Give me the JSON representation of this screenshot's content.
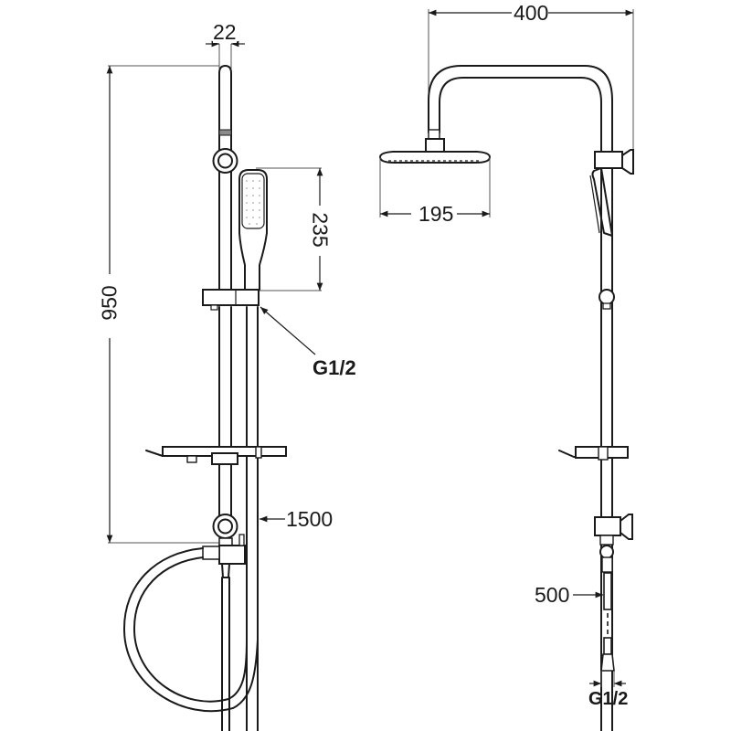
{
  "drawing": {
    "title": "Shower column technical drawing",
    "views": [
      "front-view",
      "side-view"
    ],
    "dimensions": {
      "rail_diameter": "22",
      "total_height": "950",
      "hand_shower_length": "235",
      "hand_shower_connection": "G1/2",
      "hose_length": "1500",
      "overhead_arm_reach": "400",
      "head_shower_diameter": "195",
      "inlet_pipe_length": "500",
      "inlet_connection": "G1/2"
    },
    "colors": {
      "line": "#1a1a1a",
      "dimension_line": "#555555",
      "background": "#ffffff",
      "accent_band": "#8a8a8a"
    }
  }
}
